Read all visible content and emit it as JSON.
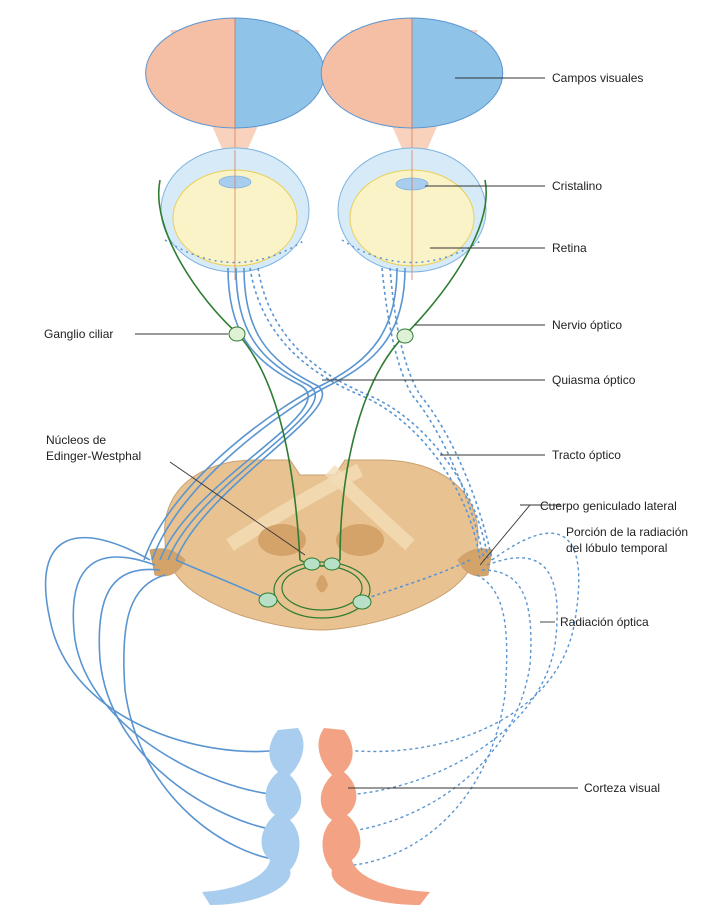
{
  "labels": {
    "campos_visuales": "Campos visuales",
    "cristalino": "Cristalino",
    "retina": "Retina",
    "ganglio_ciliar": "Ganglio ciliar",
    "nervio_optico": "Nervio óptico",
    "quiasma_optico": "Quiasma óptico",
    "nucleos_line1": "Núcleos de",
    "nucleos_line2": "Edinger-Westphal",
    "tracto_optico": "Tracto óptico",
    "cuerpo_geniculado": "Cuerpo geniculado lateral",
    "porcion_line1": "Porción de la radiación",
    "porcion_line2": "del lóbulo temporal",
    "radiacion_optica": "Radiación óptica",
    "corteza_visual": "Corteza visual"
  },
  "colors": {
    "left_field": "#f5bfa5",
    "right_field": "#8fc3e8",
    "cone": "#f7cdb5",
    "eye_outer": "#d6ebf7",
    "eye_inner": "#fbf3c8",
    "brainstem": "#e8c391",
    "brainstem_light": "#f3ddb7",
    "red_nucleus": "#d4a36a",
    "nerve_blue": "#5a95d1",
    "nerve_green": "#2e7d32",
    "cortex_left": "#a8cdef",
    "cortex_right": "#f3a383"
  }
}
